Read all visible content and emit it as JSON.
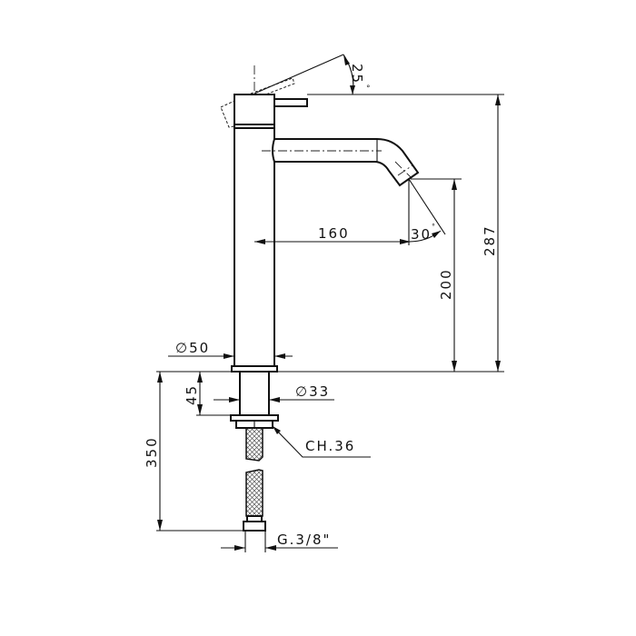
{
  "dimensions": {
    "handle_angle": "25",
    "handle_angle_unit": "°",
    "spout_reach": "160",
    "spout_angle": "30",
    "spout_angle_unit": "°",
    "spout_height": "200",
    "total_height": "287",
    "body_diameter": "∅50",
    "shank_length": "45",
    "shank_diameter": "∅33",
    "nut_wrench": "CH.36",
    "hose_length": "350",
    "hose_thread": "G.3/8\""
  }
}
